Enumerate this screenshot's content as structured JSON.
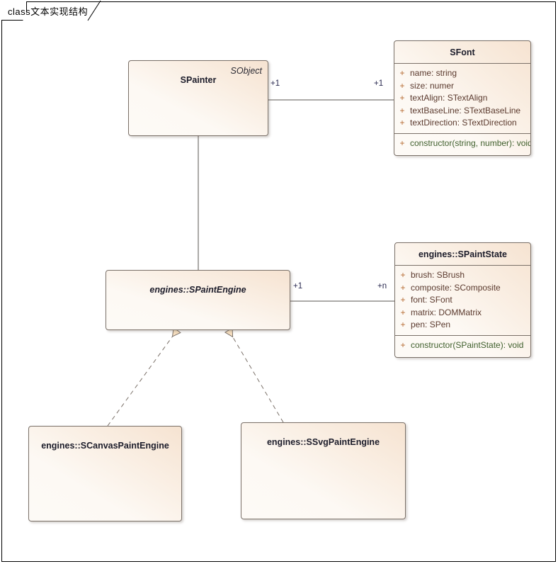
{
  "diagram": {
    "frame_label": "class文本实现结构",
    "type": "uml-class-diagram"
  },
  "colors": {
    "box_border": "#7a7068",
    "box_fill_light": "#fdfaf6",
    "box_fill_dark": "#f6e3d1",
    "visibility_marker": "#b56a31",
    "attribute_text": "#5b3a2e",
    "operation_text": "#3f5f2c",
    "title_text": "#1c1c2a",
    "connector": "#5a5550",
    "diamond_fill": "#6b6b6b",
    "triangle_fill": "#f6dfc0"
  },
  "classes": [
    {
      "id": "spainter",
      "name": "SPainter",
      "stereotype": "SObject",
      "italic": false,
      "attributes": [],
      "operations": []
    },
    {
      "id": "sfont",
      "name": "SFont",
      "stereotype": "",
      "italic": false,
      "attributes": [
        {
          "visibility": "+",
          "text": "name: string"
        },
        {
          "visibility": "+",
          "text": "size: numer"
        },
        {
          "visibility": "+",
          "text": "textAlign: STextAlign"
        },
        {
          "visibility": "+",
          "text": "textBaseLine: STextBaseLine"
        },
        {
          "visibility": "+",
          "text": "textDirection: STextDirection"
        }
      ],
      "operations": [
        {
          "visibility": "+",
          "text": "constructor(string, number): void"
        }
      ]
    },
    {
      "id": "spaintengine",
      "name": "engines::SPaintEngine",
      "stereotype": "",
      "italic": true,
      "attributes": [],
      "operations": []
    },
    {
      "id": "spaintstate",
      "name": "engines::SPaintState",
      "stereotype": "",
      "italic": false,
      "attributes": [
        {
          "visibility": "+",
          "text": "brush: SBrush"
        },
        {
          "visibility": "+",
          "text": "composite: SComposite"
        },
        {
          "visibility": "+",
          "text": "font: SFont"
        },
        {
          "visibility": "+",
          "text": "matrix: DOMMatrix"
        },
        {
          "visibility": "+",
          "text": "pen: SPen"
        }
      ],
      "operations": [
        {
          "visibility": "+",
          "text": "constructor(SPaintState): void"
        }
      ]
    },
    {
      "id": "scanvaspaintengine",
      "name": "engines::SCanvasPaintEngine",
      "stereotype": "",
      "italic": false,
      "attributes": [],
      "operations": []
    },
    {
      "id": "ssvgpaintengine",
      "name": "engines::SSvgPaintEngine",
      "stereotype": "",
      "italic": false,
      "attributes": [],
      "operations": []
    }
  ],
  "relations": [
    {
      "id": "spainter-sfont",
      "kind": "composition",
      "from": "spainter",
      "to": "sfont",
      "source_multiplicity": "+1",
      "target_multiplicity": "+1"
    },
    {
      "id": "spainter-spaintengine",
      "kind": "composition",
      "from": "spainter",
      "to": "spaintengine",
      "source_multiplicity": "",
      "target_multiplicity": ""
    },
    {
      "id": "spaintengine-spaintstate",
      "kind": "association",
      "from": "spaintengine",
      "to": "spaintstate",
      "source_multiplicity": "+1",
      "target_multiplicity": "+n"
    },
    {
      "id": "scanvaspaintengine-spaintengine",
      "kind": "realization",
      "from": "scanvaspaintengine",
      "to": "spaintengine",
      "source_multiplicity": "",
      "target_multiplicity": ""
    },
    {
      "id": "ssvgpaintengine-spaintengine",
      "kind": "realization",
      "from": "ssvgpaintengine",
      "to": "spaintengine",
      "source_multiplicity": "",
      "target_multiplicity": ""
    }
  ]
}
